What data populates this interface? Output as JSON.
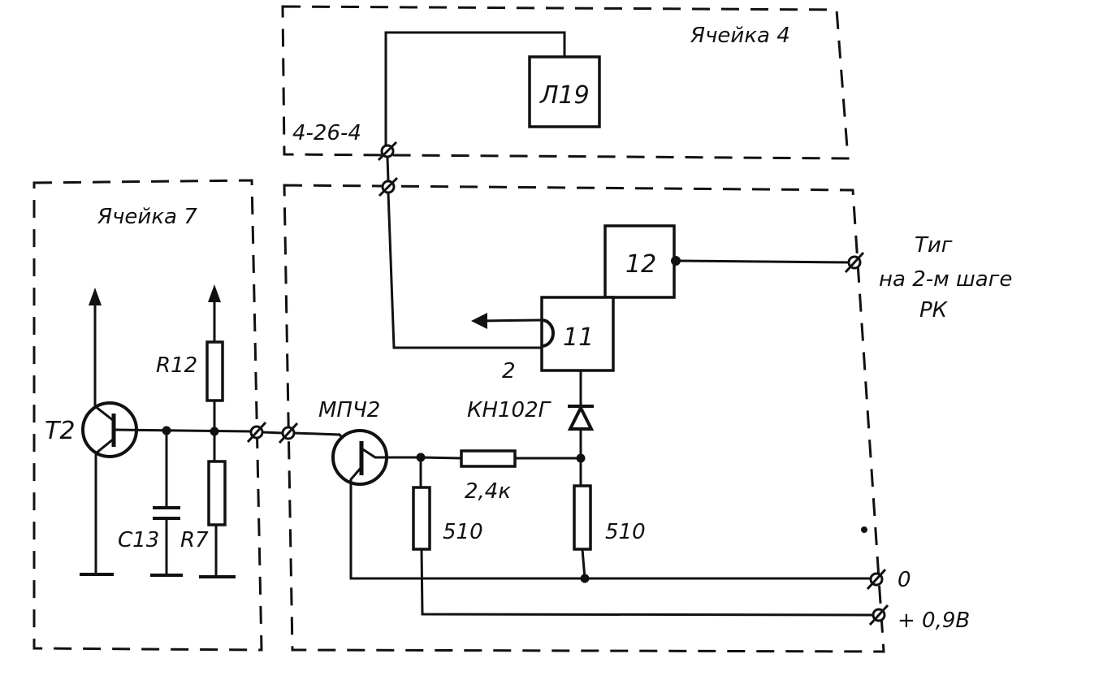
{
  "cells": {
    "cell4_title": "Ячейка 4",
    "cell7_title": "Ячейка 7"
  },
  "components": {
    "lamp": "Л19",
    "block_12": "12",
    "block_11": "11",
    "pin_2": "2",
    "zener": "КН102Г",
    "transistor_t2": "Т2",
    "transistor_mp": "МПЧ2",
    "r12": "R12",
    "r7": "R7",
    "c13": "С13",
    "r_series": "2,4к",
    "r_510_a": "510",
    "r_510_b": "510"
  },
  "terminals": {
    "connector": "4-26-4",
    "out_line1": "Тиг",
    "out_line2": "на 2-м шаге",
    "out_line3": "РК",
    "zero": "0",
    "supply": "+ 0,9В"
  }
}
